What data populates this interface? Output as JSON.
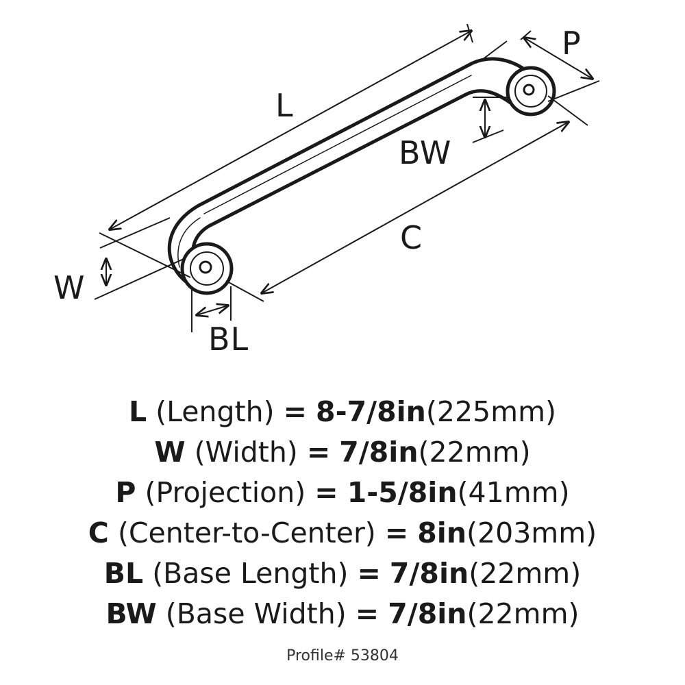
{
  "diagram": {
    "labels": {
      "L": "L",
      "P": "P",
      "BW": "BW",
      "C": "C",
      "W": "W",
      "BL": "BL"
    }
  },
  "specs": [
    {
      "key": "L",
      "name": "(Length)",
      "eq": "=",
      "imperial": "8-7/8in",
      "metric": "(225mm)"
    },
    {
      "key": "W",
      "name": "(Width)",
      "eq": "=",
      "imperial": "7/8in",
      "metric": "(22mm)"
    },
    {
      "key": "P",
      "name": "(Projection)",
      "eq": "=",
      "imperial": "1-5/8in",
      "metric": "(41mm)"
    },
    {
      "key": "C",
      "name": "(Center-to-Center)",
      "eq": "=",
      "imperial": "8in",
      "metric": "(203mm)"
    },
    {
      "key": "BL",
      "name": "(Base Length)",
      "eq": "=",
      "imperial": "7/8in",
      "metric": "(22mm)"
    },
    {
      "key": "BW",
      "name": "(Base Width)",
      "eq": "=",
      "imperial": "7/8in",
      "metric": "(22mm)"
    }
  ],
  "footer": {
    "profile": "Profile# 53804"
  }
}
